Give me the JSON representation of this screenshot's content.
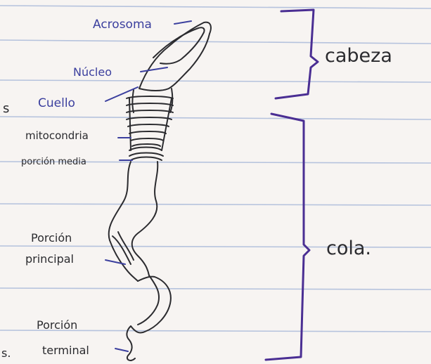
{
  "colors": {
    "paper": "#f7f4f2",
    "ruled_line": "#9fb2d6",
    "ink_blue": "#3b3f9e",
    "ink_purple": "#4a2e93",
    "ink_black": "#2b2b2f"
  },
  "labels": {
    "acrosoma": "Acrosoma",
    "nucleo": "Núcleo",
    "cuello": "Cuello",
    "mitocondria": "mitocondria",
    "porcion_media": "porción media",
    "porcion_principal_1": "Porción",
    "porcion_principal_2": "principal",
    "porcion_terminal_1": "Porción",
    "porcion_terminal_2": "terminal"
  },
  "brackets": {
    "cabeza": "cabeza",
    "cola": "cola."
  },
  "margin_marks": {
    "top": "s",
    "bottom": "s."
  }
}
